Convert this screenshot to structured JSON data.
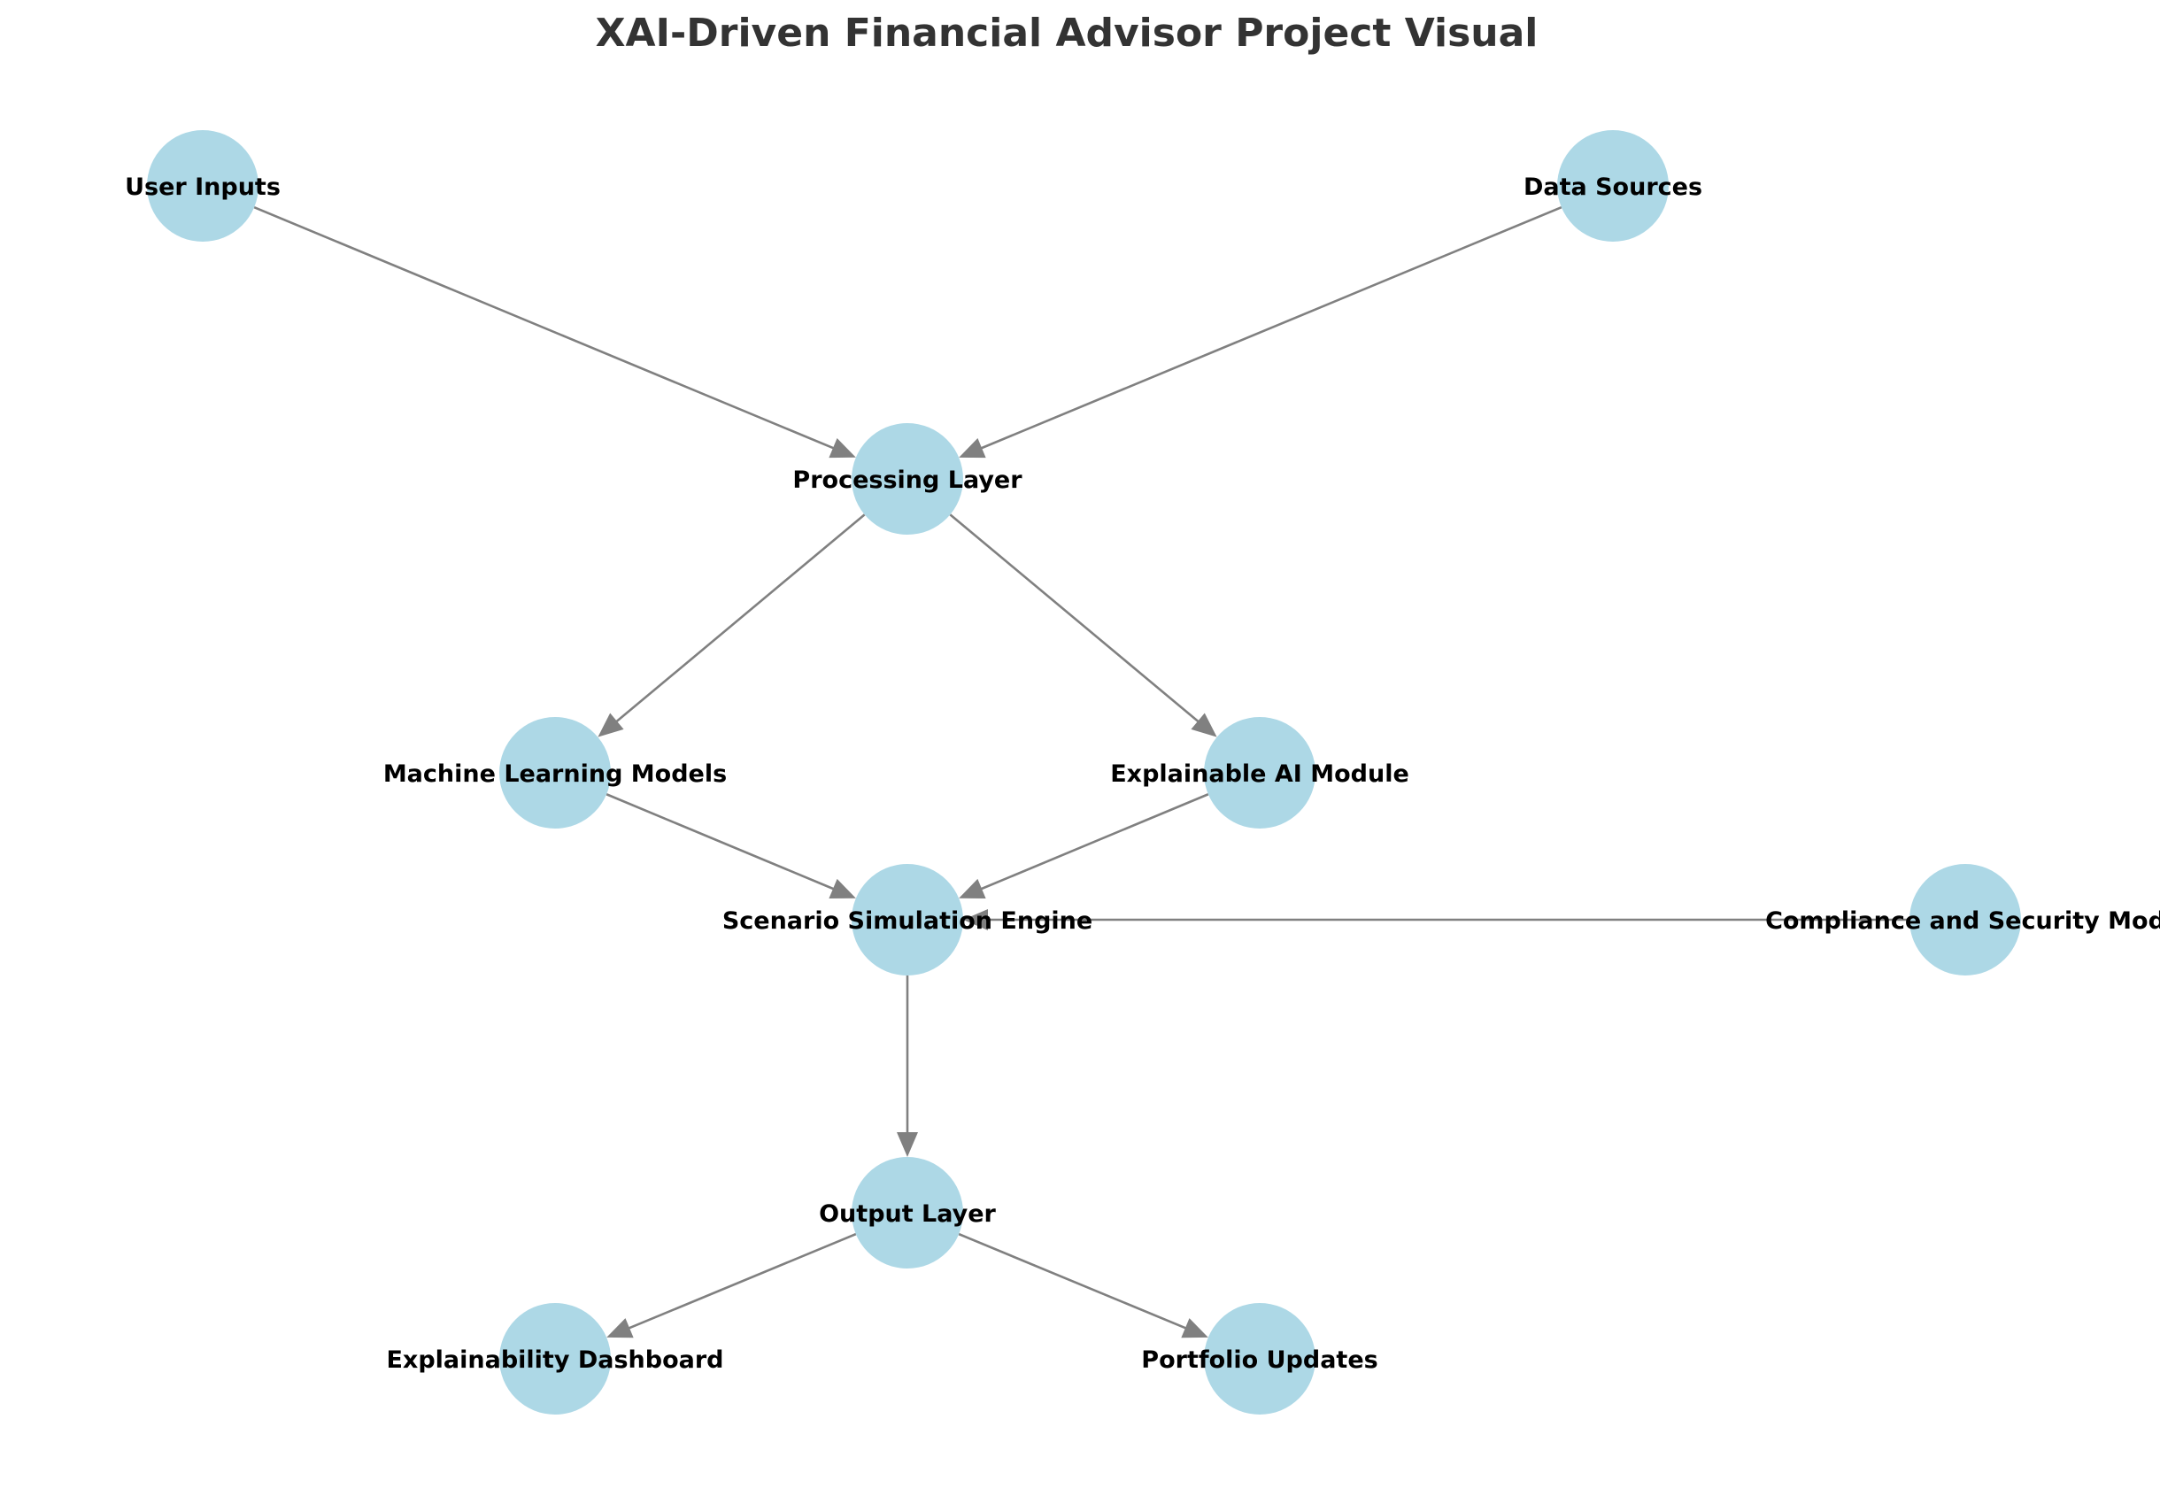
{
  "figure": {
    "title": "XAI-Driven Financial Advisor Project Visual",
    "node_color": "#add8e6",
    "edge_color": "#808080",
    "label_color": "#000000",
    "title_color": "#333333"
  },
  "nodes": [
    {
      "id": "user_inputs",
      "label": "User Inputs"
    },
    {
      "id": "data_sources",
      "label": "Data Sources"
    },
    {
      "id": "processing_layer",
      "label": "Processing Layer"
    },
    {
      "id": "ml_models",
      "label": "Machine Learning Models"
    },
    {
      "id": "xai_module",
      "label": "Explainable AI Module"
    },
    {
      "id": "scenario_engine",
      "label": "Scenario Simulation Engine"
    },
    {
      "id": "compliance_module",
      "label": "Compliance and Security Mod"
    },
    {
      "id": "output_layer",
      "label": "Output Layer"
    },
    {
      "id": "explainability_dashboard",
      "label": "Explainability Dashboard"
    },
    {
      "id": "portfolio_updates",
      "label": "Portfolio Updates"
    }
  ],
  "edges": [
    {
      "from": "user_inputs",
      "to": "processing_layer"
    },
    {
      "from": "data_sources",
      "to": "processing_layer"
    },
    {
      "from": "processing_layer",
      "to": "ml_models"
    },
    {
      "from": "processing_layer",
      "to": "xai_module"
    },
    {
      "from": "ml_models",
      "to": "scenario_engine"
    },
    {
      "from": "xai_module",
      "to": "scenario_engine"
    },
    {
      "from": "compliance_module",
      "to": "scenario_engine"
    },
    {
      "from": "scenario_engine",
      "to": "output_layer"
    },
    {
      "from": "output_layer",
      "to": "explainability_dashboard"
    },
    {
      "from": "output_layer",
      "to": "portfolio_updates"
    }
  ]
}
